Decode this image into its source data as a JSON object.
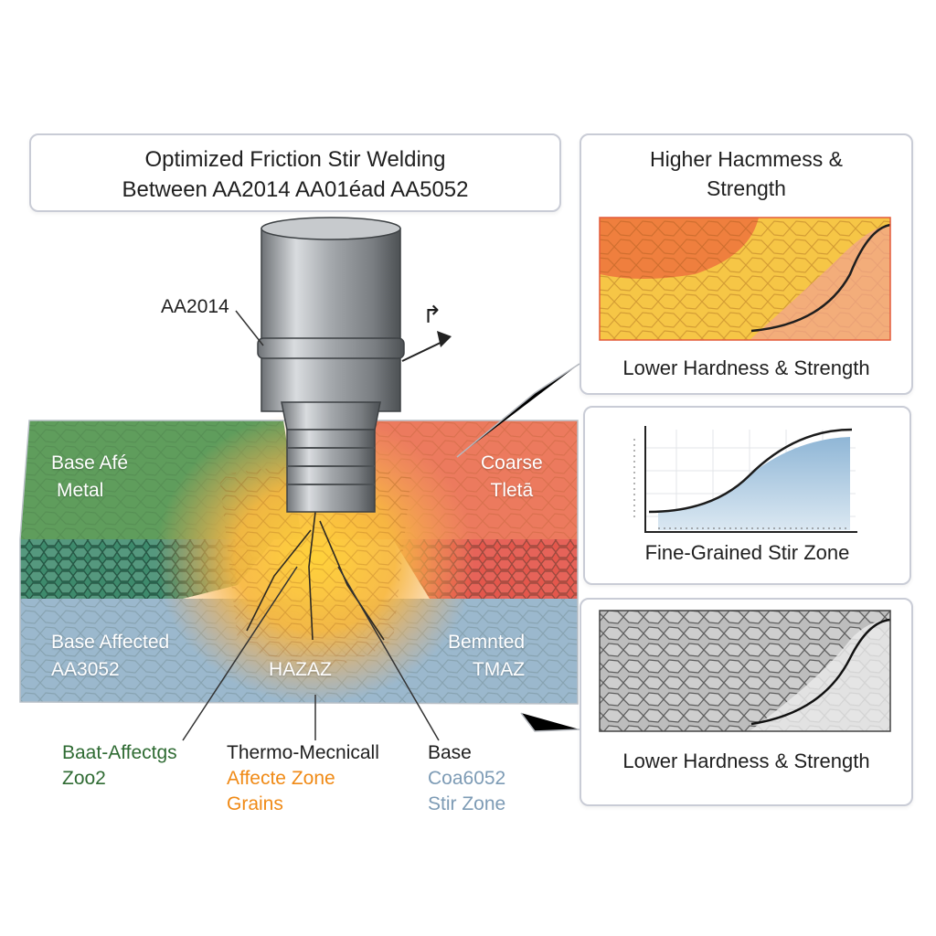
{
  "title": {
    "line1": "Optimized Friction Stir Welding",
    "line2": "Between AA2014 AA01éad AA5052"
  },
  "tool_label": "AA2014",
  "rotation_glyph": "↱",
  "zones": {
    "top_left": [
      "Base Afé",
      "Metal"
    ],
    "top_right": [
      "Coarse",
      "Tletā"
    ],
    "bottom_left": [
      "Base Affected",
      "AA3052"
    ],
    "bottom_center": "HAZAZ",
    "bottom_right": [
      "Bemnted",
      "TMAZ"
    ]
  },
  "callouts": {
    "left": [
      "Baat-Affectgs",
      "Zoo2"
    ],
    "center": [
      "Thermo-Mecnicall",
      "Affecte Zone",
      "Grains"
    ],
    "right": [
      "Base",
      "Coa6052",
      "Stir Zone"
    ]
  },
  "cards": {
    "card1": {
      "title_line1": "Higher Hacmmess &",
      "title_line2": "Strength",
      "caption": "Lower Hardness & Strength"
    },
    "card2": {
      "caption": "Fine-Grained Stir Zone"
    },
    "card3": {
      "caption": "Lower Hardness & Strength"
    }
  },
  "colors": {
    "green": "#5b9a5b",
    "red": "#e9735a",
    "blue": "#8fb1c9",
    "yellow": "#f6c63a",
    "green_text": "#2f6b33",
    "orange_text": "#f08a16",
    "blue_text": "#7d9bb5"
  }
}
